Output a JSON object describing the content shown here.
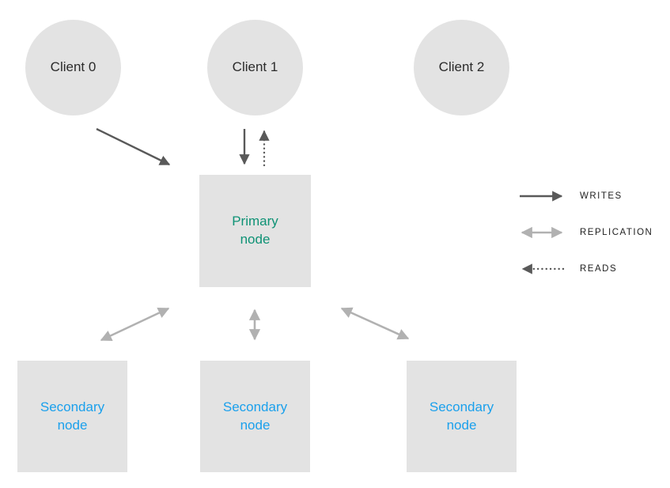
{
  "nodes": {
    "clients": [
      {
        "label": "Client 0"
      },
      {
        "label": "Client 1"
      },
      {
        "label": "Client 2"
      }
    ],
    "primary": {
      "label": "Primary\nnode"
    },
    "secondaries": [
      {
        "label": "Secondary\nnode"
      },
      {
        "label": "Secondary\nnode"
      },
      {
        "label": "Secondary\nnode"
      }
    ]
  },
  "legend": {
    "items": [
      {
        "label": "WRITES",
        "arrow_style": "solid-dark-single-right"
      },
      {
        "label": "REPLICATION",
        "arrow_style": "solid-light-double"
      },
      {
        "label": "READS",
        "arrow_style": "dotted-dark-single-left"
      }
    ]
  },
  "theme": {
    "colors": {
      "node_fill": "#e3e3e3",
      "arrow_dark": "#595959",
      "arrow_light": "#b1b1b1",
      "primary_text": "#0e9275",
      "secondary_text": "#1aa0ec",
      "client_text": "#2b2b2b",
      "legend_text": "#1f1f1f",
      "background": "#ffffff"
    }
  }
}
